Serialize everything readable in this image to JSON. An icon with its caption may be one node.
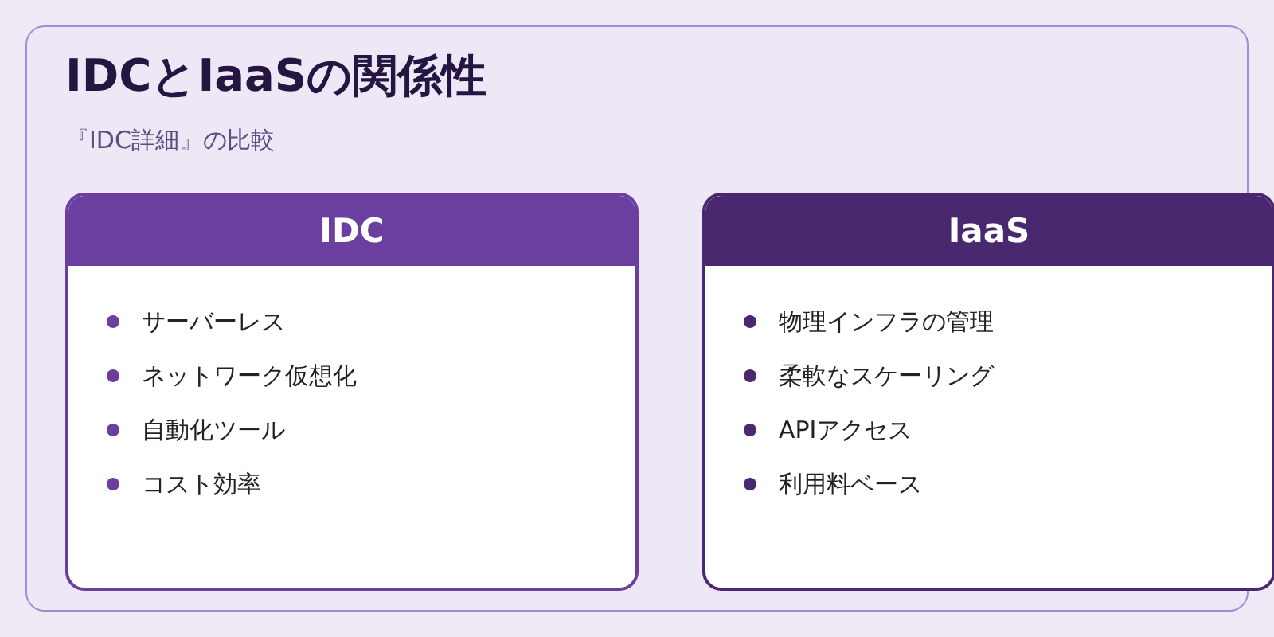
{
  "diagram": {
    "nodes": [
      {
        "text": [
          "IDCとIaaSの関係性",
          "『IDC詳細』の比較"
        ]
      },
      {
        "text": [
          "IDC",
          "サーバーレス",
          "ネットワーク仮想化",
          "自動化ツール",
          "コスト効率"
        ],
        "in": 0
      },
      {
        "text": [
          "IaaS",
          "物理インフラの管理",
          "柔軟なスケーリング",
          "APIアクセス",
          "利用料ベース"
        ],
        "in": 0
      }
    ]
  }
}
